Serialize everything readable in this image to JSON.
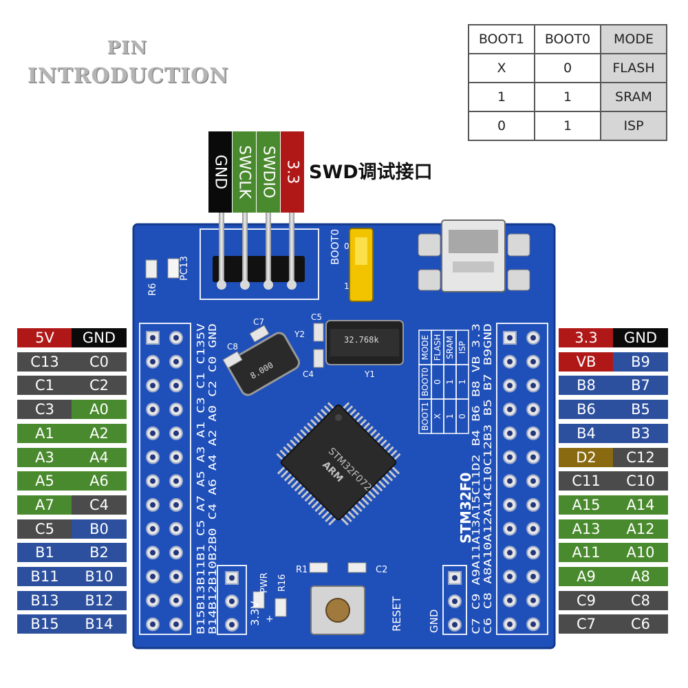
{
  "title": {
    "line1": "PIN",
    "line2": "INTRODUCTION"
  },
  "colors": {
    "red": "#b01818",
    "black": "#0a0a0a",
    "gray": "#4b4b4b",
    "green": "#4a8a2e",
    "blue": "#2c4f9e",
    "olive": "#8a6a10",
    "board": "#1f4fb8",
    "board_edge": "#1a43a0"
  },
  "boot_table": {
    "headers": [
      "BOOT1",
      "BOOT0",
      "MODE"
    ],
    "rows": [
      [
        "X",
        "0",
        "FLASH"
      ],
      [
        "1",
        "1",
        "SRAM"
      ],
      [
        "0",
        "1",
        "ISP"
      ]
    ]
  },
  "swd": {
    "label": "SWD调试接口",
    "pins": [
      {
        "text": "GND",
        "color": "black"
      },
      {
        "text": "SWCLK",
        "color": "green"
      },
      {
        "text": "SWDIO",
        "color": "green"
      },
      {
        "text": "3.3",
        "color": "red"
      }
    ]
  },
  "left_header": [
    [
      {
        "t": "5V",
        "c": "red"
      },
      {
        "t": "GND",
        "c": "black"
      }
    ],
    [
      {
        "t": "C13",
        "c": "gray"
      },
      {
        "t": "C0",
        "c": "gray"
      }
    ],
    [
      {
        "t": "C1",
        "c": "gray"
      },
      {
        "t": "C2",
        "c": "gray"
      }
    ],
    [
      {
        "t": "C3",
        "c": "gray"
      },
      {
        "t": "A0",
        "c": "green"
      }
    ],
    [
      {
        "t": "A1",
        "c": "green"
      },
      {
        "t": "A2",
        "c": "green"
      }
    ],
    [
      {
        "t": "A3",
        "c": "green"
      },
      {
        "t": "A4",
        "c": "green"
      }
    ],
    [
      {
        "t": "A5",
        "c": "green"
      },
      {
        "t": "A6",
        "c": "green"
      }
    ],
    [
      {
        "t": "A7",
        "c": "green"
      },
      {
        "t": "C4",
        "c": "gray"
      }
    ],
    [
      {
        "t": "C5",
        "c": "gray"
      },
      {
        "t": "B0",
        "c": "blue"
      }
    ],
    [
      {
        "t": "B1",
        "c": "blue"
      },
      {
        "t": "B2",
        "c": "blue"
      }
    ],
    [
      {
        "t": "B11",
        "c": "blue"
      },
      {
        "t": "B10",
        "c": "blue"
      }
    ],
    [
      {
        "t": "B13",
        "c": "blue"
      },
      {
        "t": "B12",
        "c": "blue"
      }
    ],
    [
      {
        "t": "B15",
        "c": "blue"
      },
      {
        "t": "B14",
        "c": "blue"
      }
    ]
  ],
  "right_header": [
    [
      {
        "t": "3.3",
        "c": "red"
      },
      {
        "t": "GND",
        "c": "black"
      }
    ],
    [
      {
        "t": "VB",
        "c": "red"
      },
      {
        "t": "B9",
        "c": "blue"
      }
    ],
    [
      {
        "t": "B8",
        "c": "blue"
      },
      {
        "t": "B7",
        "c": "blue"
      }
    ],
    [
      {
        "t": "B6",
        "c": "blue"
      },
      {
        "t": "B5",
        "c": "blue"
      }
    ],
    [
      {
        "t": "B4",
        "c": "blue"
      },
      {
        "t": "B3",
        "c": "blue"
      }
    ],
    [
      {
        "t": "D2",
        "c": "olive"
      },
      {
        "t": "C12",
        "c": "gray"
      }
    ],
    [
      {
        "t": "C11",
        "c": "gray"
      },
      {
        "t": "C10",
        "c": "gray"
      }
    ],
    [
      {
        "t": "A15",
        "c": "green"
      },
      {
        "t": "A14",
        "c": "green"
      }
    ],
    [
      {
        "t": "A13",
        "c": "green"
      },
      {
        "t": "A12",
        "c": "green"
      }
    ],
    [
      {
        "t": "A11",
        "c": "green"
      },
      {
        "t": "A10",
        "c": "green"
      }
    ],
    [
      {
        "t": "A9",
        "c": "green"
      },
      {
        "t": "A8",
        "c": "green"
      }
    ],
    [
      {
        "t": "C9",
        "c": "gray"
      },
      {
        "t": "C8",
        "c": "gray"
      }
    ],
    [
      {
        "t": "C7",
        "c": "gray"
      },
      {
        "t": "C6",
        "c": "gray"
      }
    ]
  ],
  "board": {
    "chip_name": "STM32F0",
    "chip_marking": "STM32F072",
    "chip_brand": "ARM",
    "crystal_label": "32.768k",
    "crystal2_label": "8.000",
    "silk_left_1": "B15B13B11B1 C5 A7 A5 A3 A1 C3 C1 C135V",
    "silk_left_2": "B14B12B10B2B0 C4 A6 A4 A2 A0 C2 C0 GND",
    "silk_right_1": "C7 C9 A9A11A13A15C11D2 B4 B6 B8 VB 3.3",
    "silk_right_2": "C6 C8 A8A10A12A14C10C12B3 B5 B7 B9GND",
    "silk_table": {
      "headers": [
        "BOOT1",
        "BOOT0",
        "MODE"
      ],
      "rows": [
        [
          "X",
          "0",
          "FLASH"
        ],
        [
          "1",
          "1",
          "SRAM"
        ],
        [
          "0",
          "1",
          "ISP"
        ]
      ]
    },
    "labels": {
      "boot0": "BOOT0",
      "zero": "0",
      "one": "1",
      "pc13": "PC13",
      "r6": "R6",
      "pwr": "PWR",
      "r16": "R16",
      "v33": "3.3V",
      "plus": "+",
      "r1": "R1",
      "c2": "C2",
      "reset": "RESET",
      "gnd": "GND",
      "c4": "C4",
      "c5": "C5",
      "c7": "C7",
      "c8": "C8",
      "y1": "Y1",
      "y2": "Y2"
    }
  }
}
